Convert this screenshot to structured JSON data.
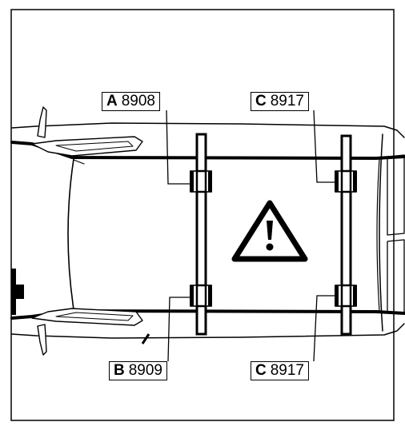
{
  "callouts": [
    {
      "id": "a",
      "letter": "A",
      "number": "8908"
    },
    {
      "id": "c-top",
      "letter": "C",
      "number": "8917"
    },
    {
      "id": "b",
      "letter": "B",
      "number": "8909"
    },
    {
      "id": "c-bottom",
      "letter": "C",
      "number": "8917"
    }
  ],
  "icons": {
    "center": "warning-triangle-icon"
  },
  "colors": {
    "ink": "#000000",
    "background": "#ffffff"
  }
}
